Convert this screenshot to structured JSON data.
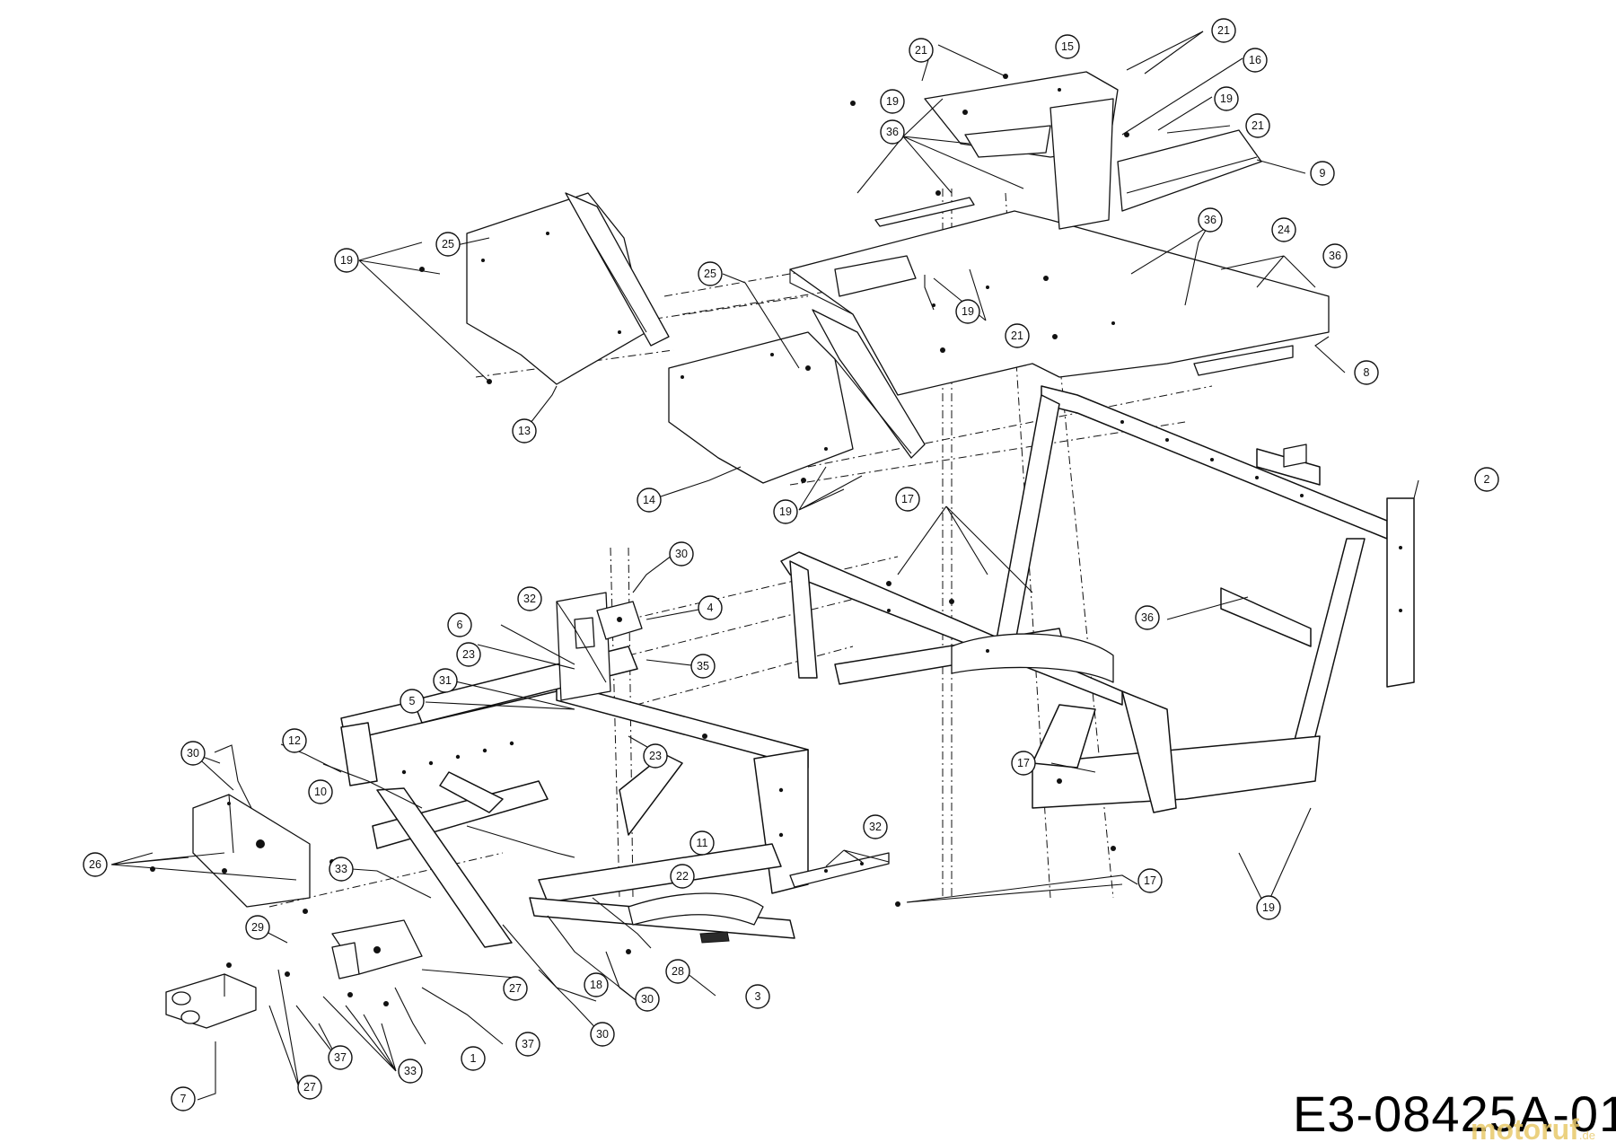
{
  "drawing": {
    "id": "E3-08425A-01",
    "watermark": "motoruf",
    "watermark_suffix": ".de",
    "callouts": [
      "1",
      "2",
      "3",
      "4",
      "5",
      "6",
      "7",
      "8",
      "9",
      "10",
      "11",
      "12",
      "13",
      "14",
      "15",
      "16",
      "17",
      "18",
      "19",
      "21",
      "22",
      "23",
      "24",
      "25",
      "26",
      "27",
      "28",
      "29",
      "30",
      "31",
      "32",
      "33",
      "35",
      "36",
      "37"
    ]
  }
}
